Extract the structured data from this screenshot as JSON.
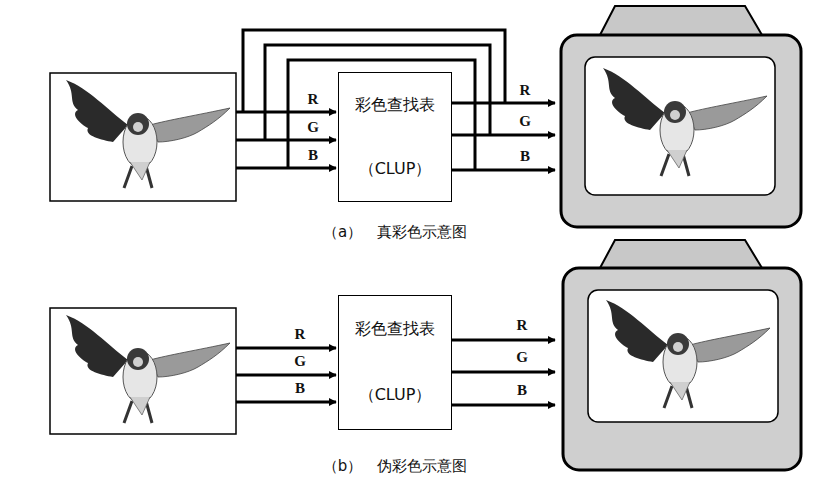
{
  "diagram": {
    "nodes": [
      {
        "text": [
          "彩色查找表",
          "（CLUP）"
        ]
      },
      {
        "text": [
          "彩色查找表",
          "（CLUP）"
        ]
      }
    ],
    "labels": [
      "R",
      "G",
      "B",
      "R",
      "G",
      "B",
      "（a）　真彩色示意图",
      "R",
      "G",
      "B",
      "R",
      "G",
      "B",
      "（b）　伪彩色示意图"
    ]
  }
}
